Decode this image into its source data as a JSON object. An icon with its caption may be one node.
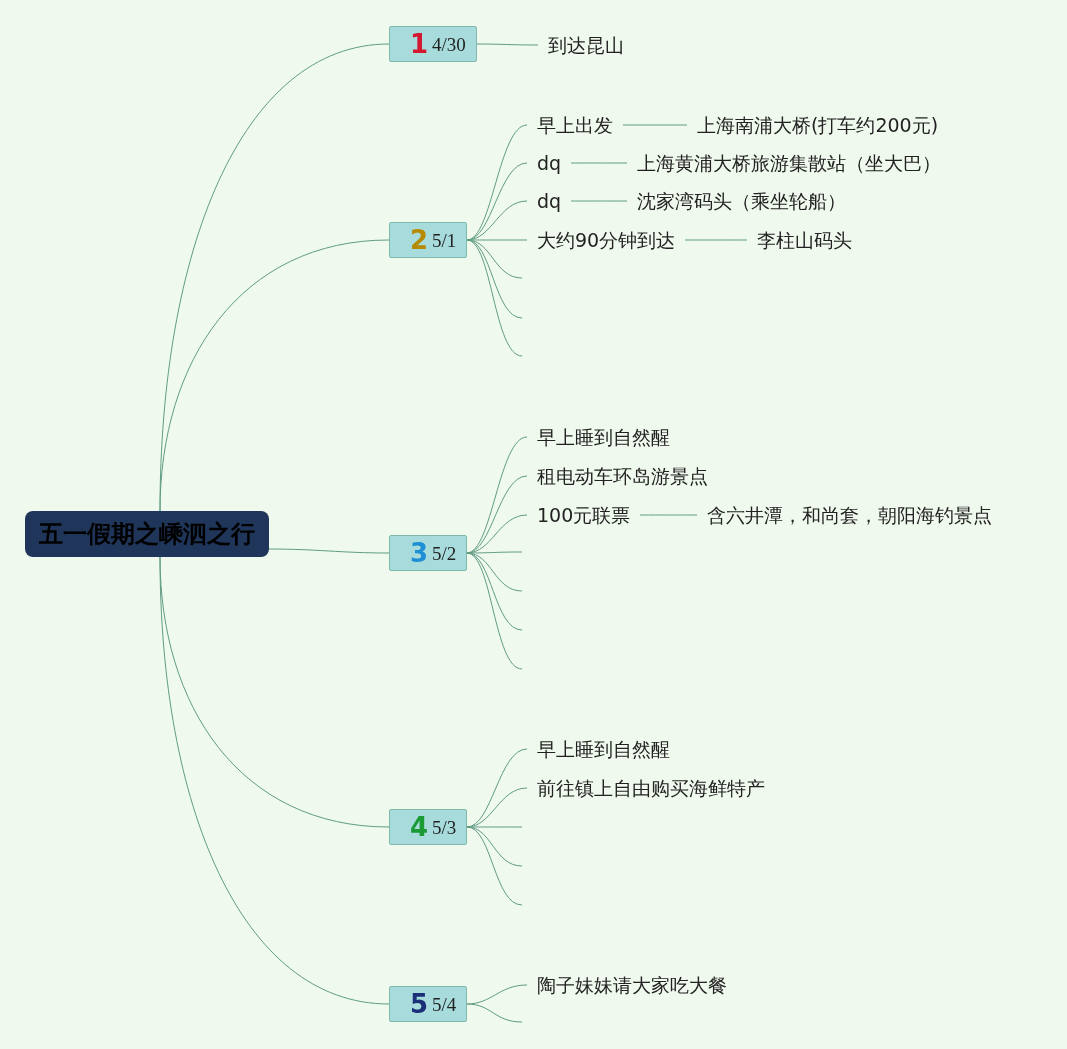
{
  "diagram": {
    "nodes": [
      {
        "text": [
          "五一假期之嵊泗之行"
        ]
      },
      {
        "text": [
          "1",
          "4/30"
        ]
      },
      {
        "text": [
          "到达昆山"
        ]
      },
      {
        "text": [
          "2",
          "5/1"
        ]
      },
      {
        "text": [
          "早上出发"
        ]
      },
      {
        "text": [
          "上海南浦大桥(打车约200元)"
        ]
      },
      {
        "text": [
          "dq"
        ]
      },
      {
        "text": [
          "上海黄浦大桥旅游集散站（坐大巴）"
        ]
      },
      {
        "text": [
          "dq"
        ]
      },
      {
        "text": [
          "沈家湾码头（乘坐轮船）"
        ]
      },
      {
        "text": [
          "大约90分钟到达"
        ]
      },
      {
        "text": [
          "李柱山码头"
        ]
      },
      {
        "text": [
          "3",
          "5/2"
        ]
      },
      {
        "text": [
          "早上睡到自然醒"
        ]
      },
      {
        "text": [
          "租电动车环岛游景点"
        ]
      },
      {
        "text": [
          "100元联票"
        ]
      },
      {
        "text": [
          "含六井潭，和尚套，朝阳海钓景点"
        ]
      },
      {
        "text": [
          "4",
          "5/3"
        ]
      },
      {
        "text": [
          "早上睡到自然醒"
        ]
      },
      {
        "text": [
          "前往镇上自由购买海鲜特产"
        ]
      },
      {
        "text": [
          "5",
          "5/4"
        ]
      },
      {
        "text": [
          "陶子妹妹请大家吃大餐"
        ]
      }
    ],
    "edges": [
      {
        "from": 0,
        "to": 1,
        "arrow": "none"
      },
      {
        "from": 0,
        "to": 3,
        "arrow": "none"
      },
      {
        "from": 0,
        "to": 12,
        "arrow": "none"
      },
      {
        "from": 0,
        "to": 17,
        "arrow": "none"
      },
      {
        "from": 0,
        "to": 20,
        "arrow": "none"
      },
      {
        "from": 1,
        "to": 2,
        "arrow": "none"
      },
      {
        "from": 3,
        "to": 4,
        "arrow": "none"
      },
      {
        "from": 4,
        "to": 5,
        "arrow": "none"
      },
      {
        "from": 3,
        "to": 6,
        "arrow": "none"
      },
      {
        "from": 6,
        "to": 7,
        "arrow": "none"
      },
      {
        "from": 3,
        "to": 8,
        "arrow": "none"
      },
      {
        "from": 8,
        "to": 9,
        "arrow": "none"
      },
      {
        "from": 3,
        "to": 10,
        "arrow": "none"
      },
      {
        "from": 10,
        "to": 11,
        "arrow": "none"
      },
      {
        "from": 3,
        "to": null,
        "arrow": "none"
      },
      {
        "from": 3,
        "to": null,
        "arrow": "none"
      },
      {
        "from": 3,
        "to": null,
        "arrow": "none"
      },
      {
        "from": 12,
        "to": 13,
        "arrow": "none"
      },
      {
        "from": 12,
        "to": 14,
        "arrow": "none"
      },
      {
        "from": 12,
        "to": 15,
        "arrow": "none"
      },
      {
        "from": 15,
        "to": 16,
        "arrow": "none"
      },
      {
        "from": 12,
        "to": null,
        "arrow": "none"
      },
      {
        "from": 12,
        "to": null,
        "arrow": "none"
      },
      {
        "from": 12,
        "to": null,
        "arrow": "none"
      },
      {
        "from": 12,
        "to": null,
        "arrow": "none"
      },
      {
        "from": 17,
        "to": 18,
        "arrow": "none"
      },
      {
        "from": 17,
        "to": 19,
        "arrow": "none"
      },
      {
        "from": 17,
        "to": null,
        "arrow": "none"
      },
      {
        "from": 17,
        "to": null,
        "arrow": "none"
      },
      {
        "from": 17,
        "to": null,
        "arrow": "none"
      },
      {
        "from": 20,
        "to": 21,
        "arrow": "none"
      },
      {
        "from": 20,
        "to": null,
        "arrow": "none"
      }
    ]
  }
}
